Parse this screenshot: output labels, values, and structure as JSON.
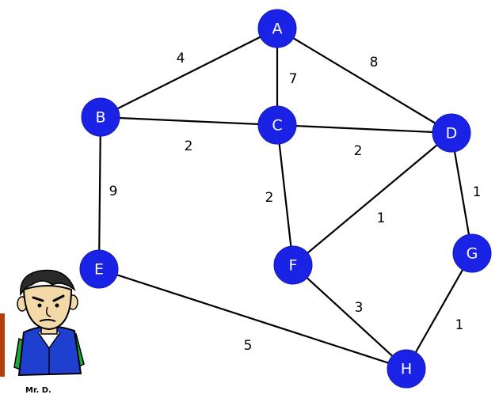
{
  "graph": {
    "nodes": [
      {
        "id": "A",
        "label": "A"
      },
      {
        "id": "B",
        "label": "B"
      },
      {
        "id": "C",
        "label": "C"
      },
      {
        "id": "D",
        "label": "D"
      },
      {
        "id": "E",
        "label": "E"
      },
      {
        "id": "F",
        "label": "F"
      },
      {
        "id": "G",
        "label": "G"
      },
      {
        "id": "H",
        "label": "H"
      }
    ],
    "edges": [
      {
        "from": "A",
        "to": "B",
        "weight": "4"
      },
      {
        "from": "A",
        "to": "C",
        "weight": "7"
      },
      {
        "from": "A",
        "to": "D",
        "weight": "8"
      },
      {
        "from": "B",
        "to": "C",
        "weight": "2"
      },
      {
        "from": "C",
        "to": "D",
        "weight": "2"
      },
      {
        "from": "B",
        "to": "E",
        "weight": "9"
      },
      {
        "from": "C",
        "to": "F",
        "weight": "2"
      },
      {
        "from": "D",
        "to": "F",
        "weight": "1"
      },
      {
        "from": "D",
        "to": "G",
        "weight": "1"
      },
      {
        "from": "E",
        "to": "H",
        "weight": "5"
      },
      {
        "from": "F",
        "to": "H",
        "weight": "3"
      },
      {
        "from": "G",
        "to": "H",
        "weight": "1"
      }
    ],
    "colors": {
      "node_fill": "#1a22e6",
      "node_text": "#ffffff",
      "edge": "#000000"
    }
  },
  "mascot": {
    "caption": "Mr. D.",
    "icon": "cartoon-man-icon"
  }
}
